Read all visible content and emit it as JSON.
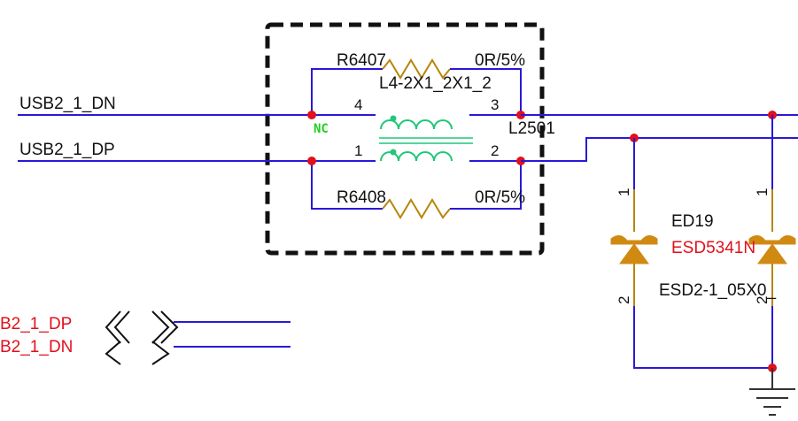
{
  "nets": {
    "dn_left": "USB2_1_DN",
    "dp_left": "USB2_1_DP",
    "dp_offpage": "B2_1_DP",
    "dn_offpage": "B2_1_DN"
  },
  "resistors": {
    "top": {
      "ref": "R6407",
      "value": "0R/5%"
    },
    "bottom": {
      "ref": "R6408",
      "value": "0R/5%"
    }
  },
  "choke": {
    "footprint": "L4-2X1_2X1_2",
    "ref": "L2501",
    "pins": {
      "p4": "4",
      "p3": "3",
      "p1": "1",
      "p2": "2"
    },
    "nc_label": "NC"
  },
  "esd": {
    "ref": "ED19",
    "part": "ESD5341N",
    "footprint": "ESD2-1_05X0_",
    "pin1": "1",
    "pin2": "2",
    "pin1b": "1",
    "pin2b": "2"
  },
  "colors": {
    "wire": "#2a18d8",
    "junction": "#e0101c",
    "component": "#b8860b",
    "inductor": "#1fc77a",
    "nc_text": "#1fd11f",
    "esd_part_text": "#e0101c"
  },
  "icons": {
    "ground": "ground-symbol-icon",
    "offpage": "offpage-connector-icon"
  }
}
